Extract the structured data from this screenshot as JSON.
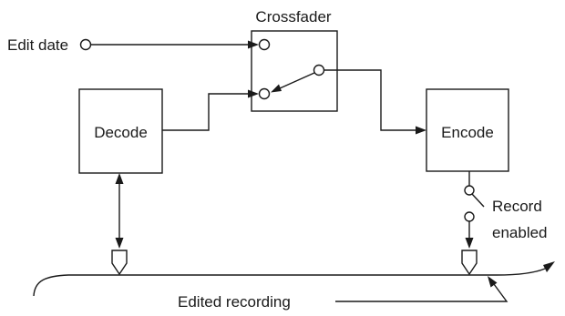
{
  "labels": {
    "crossfader": "Crossfader",
    "edit_date": "Edit date",
    "decode": "Decode",
    "encode": "Encode",
    "record_line1": "Record",
    "record_line2": "enabled",
    "edited_recording": "Edited recording"
  },
  "colors": {
    "line": "#1a1a1a",
    "background": "#ffffff"
  }
}
